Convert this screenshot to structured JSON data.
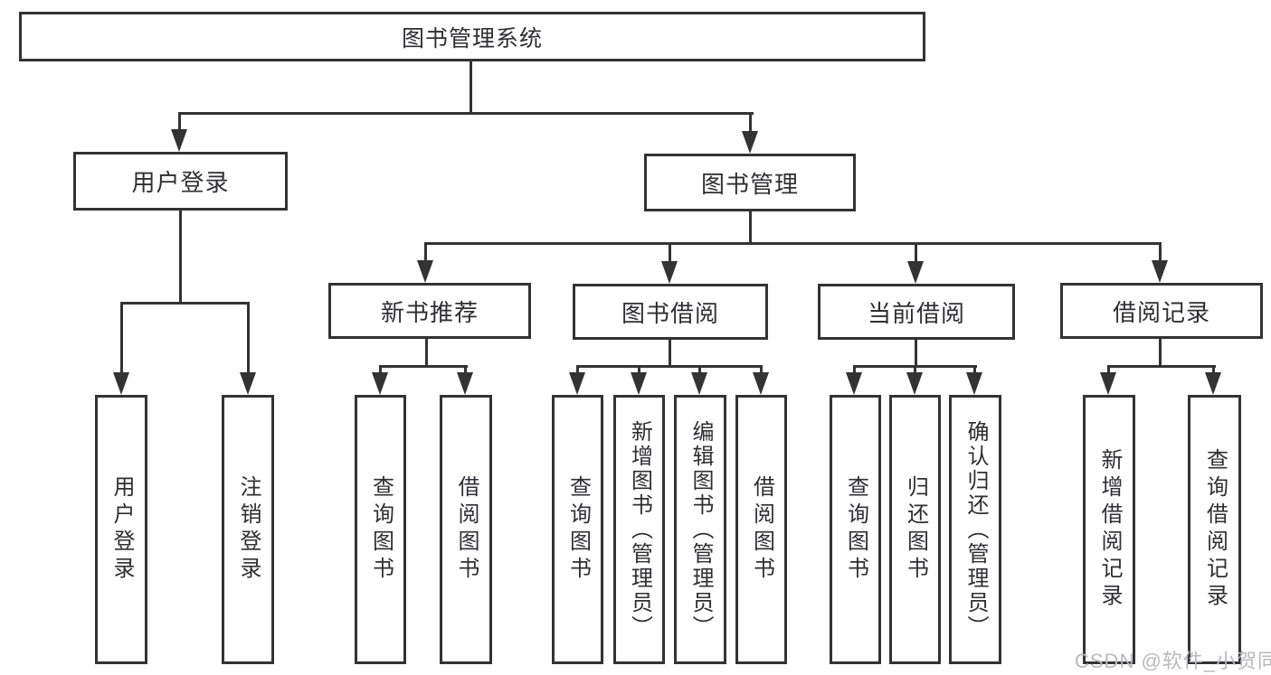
{
  "diagram_title": "图书管理系统",
  "nodes": {
    "root": {
      "label": "图书管理系统"
    },
    "user_login": {
      "label": "用户登录"
    },
    "book_mgmt": {
      "label": "图书管理"
    },
    "new_book": {
      "label": "新书推荐"
    },
    "book_borrow": {
      "label": "图书借阅"
    },
    "current_borrow": {
      "label": "当前借阅"
    },
    "borrow_record": {
      "label": "借阅记录"
    },
    "leaf_user_login": {
      "label": "用户登录"
    },
    "leaf_logout": {
      "label": "注销登录"
    },
    "leaf_newbook_query": {
      "label": "查询图书"
    },
    "leaf_newbook_borrow": {
      "label": "借阅图书"
    },
    "leaf_borrow_query": {
      "label": "查询图书"
    },
    "leaf_borrow_add": {
      "label": "新增图书（管理员）"
    },
    "leaf_borrow_edit": {
      "label": "编辑图书（管理员）"
    },
    "leaf_borrow_borrow": {
      "label": "借阅图书"
    },
    "leaf_current_query": {
      "label": "查询图书"
    },
    "leaf_current_return": {
      "label": "归还图书"
    },
    "leaf_current_confirm": {
      "label": "确认归还（管理员）"
    },
    "leaf_record_add": {
      "label": "新增借阅记录"
    },
    "leaf_record_query": {
      "label": "查询借阅记录"
    }
  },
  "watermark": "CSDN @软件_小贺同学",
  "colors": {
    "line": "#333333",
    "text": "#2f2f33",
    "background": "#ffffff",
    "watermark": "#b9b9bd"
  }
}
